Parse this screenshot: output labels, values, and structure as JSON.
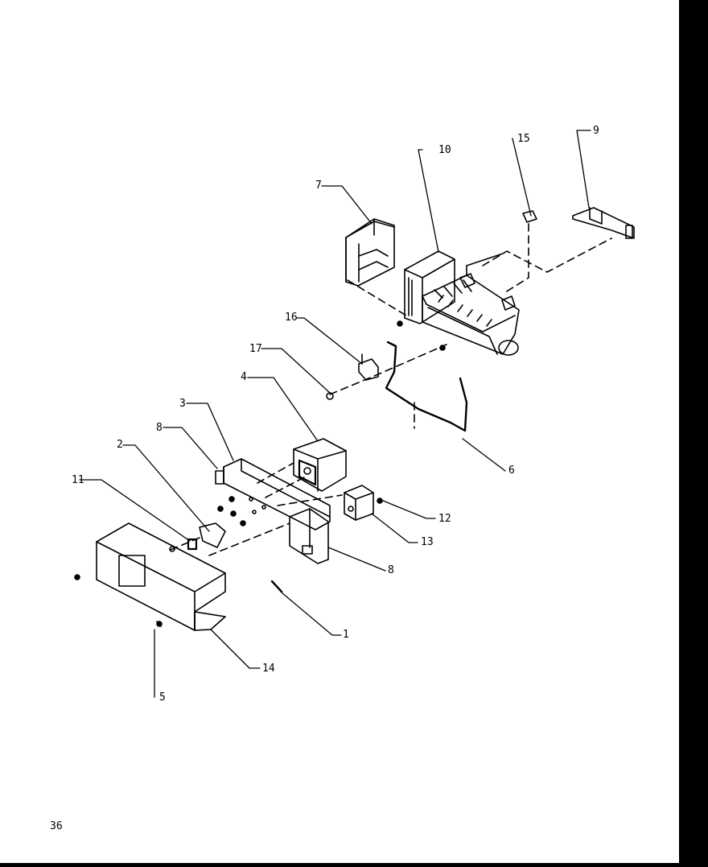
{
  "page": {
    "number": "36"
  },
  "diagram": {
    "parts": [
      {
        "id": "p1",
        "ref": "1"
      },
      {
        "id": "p2",
        "ref": "2"
      },
      {
        "id": "p3",
        "ref": "3"
      },
      {
        "id": "p4",
        "ref": "4"
      },
      {
        "id": "p5",
        "ref": "5"
      },
      {
        "id": "p6",
        "ref": "6"
      },
      {
        "id": "p7",
        "ref": "7"
      },
      {
        "id": "p8",
        "ref": "8"
      },
      {
        "id": "p8b",
        "ref": "8"
      },
      {
        "id": "p9",
        "ref": "9"
      },
      {
        "id": "p10",
        "ref": "10"
      },
      {
        "id": "p11",
        "ref": "11"
      },
      {
        "id": "p12",
        "ref": "12"
      },
      {
        "id": "p13",
        "ref": "13"
      },
      {
        "id": "p14",
        "ref": "14"
      },
      {
        "id": "p15",
        "ref": "15"
      },
      {
        "id": "p16",
        "ref": "16"
      },
      {
        "id": "p17",
        "ref": "17"
      }
    ]
  },
  "colors": {
    "ink": "#000000",
    "paper": "#ffffff",
    "border": "#000000"
  }
}
